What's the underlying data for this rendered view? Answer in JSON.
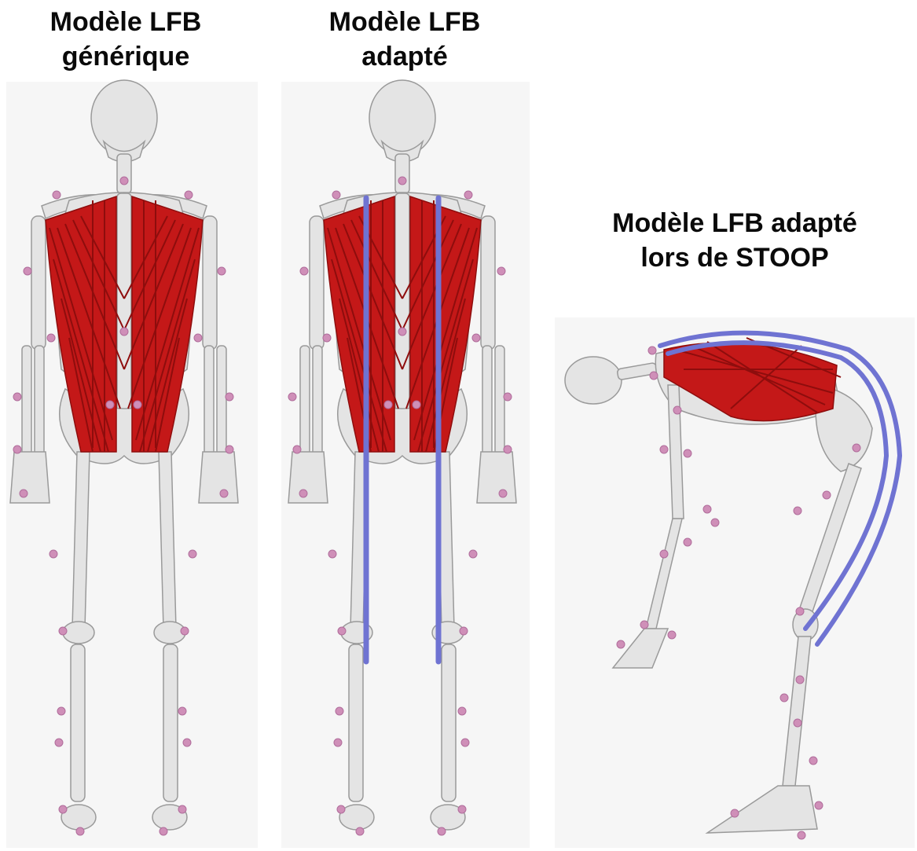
{
  "titles": {
    "generic": [
      "Modèle LFB",
      "générique"
    ],
    "adapted": [
      "Modèle LFB",
      "adapté"
    ],
    "stoop": [
      "Modèle LFB adapté",
      "lors de STOOP"
    ]
  },
  "colors": {
    "bone": "#e4e4e4",
    "bone_stroke": "#9a9a9a",
    "muscle": "#c41818",
    "muscle_dark": "#8e0d0d",
    "ligament": "#6f73d2",
    "marker": "#cf8fb8",
    "panel_bg": "#f6f6f6"
  },
  "figures": [
    {
      "id": "generic",
      "view": "posterior",
      "ligament": false
    },
    {
      "id": "adapted",
      "view": "posterior",
      "ligament": true
    },
    {
      "id": "stoop",
      "view": "lateral-flexed",
      "ligament": true
    }
  ]
}
